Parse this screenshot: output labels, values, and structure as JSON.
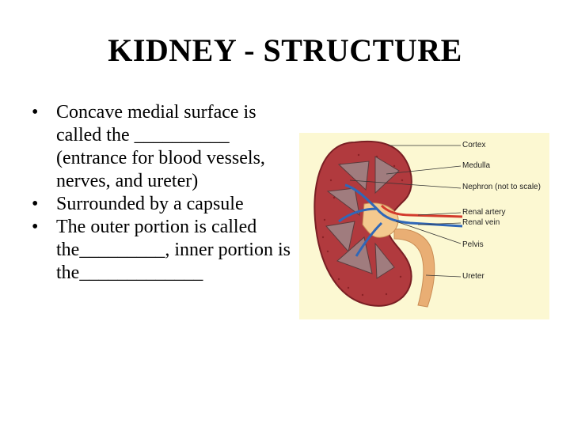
{
  "title": "KIDNEY - STRUCTURE",
  "bullets": [
    {
      "marker": "•",
      "text": "Concave medial surface is called the __________ (entrance for blood vessels, nerves, and ureter)"
    },
    {
      "marker": "•",
      "text": "Surrounded by a capsule"
    },
    {
      "marker": "•",
      "text": "The outer portion is called the_________, inner portion is the_____________"
    }
  ],
  "diagram": {
    "labels": {
      "cortex": "Cortex",
      "medulla": "Medulla",
      "nephron": "Nephron (not to scale)",
      "renal_artery": "Renal artery",
      "renal_vein": "Renal vein",
      "pelvis": "Pelvis",
      "ureter": "Ureter"
    },
    "colors": {
      "background": "#fcf8d2",
      "kidney": "#b13a3e",
      "kidney_outline": "#7a1f24",
      "pyramid": "#a07c7e",
      "artery": "#d33a2c",
      "vein": "#2f67b8",
      "pelvis": "#f4c98e",
      "ureter": "#e9ae74"
    }
  }
}
